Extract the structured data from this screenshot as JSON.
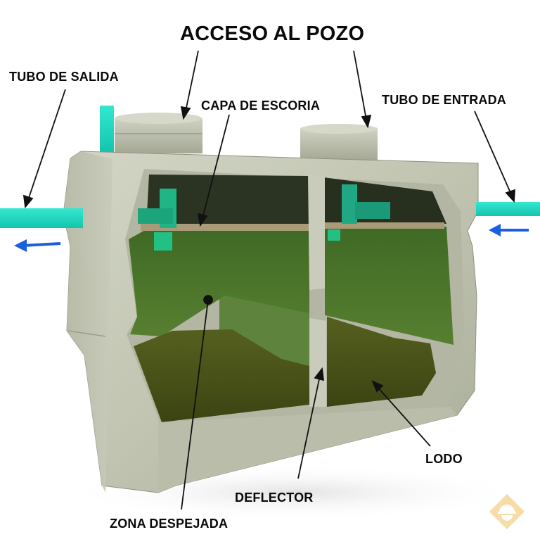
{
  "diagram": {
    "title": "ACCESO AL POZO",
    "subject": "septic-tank-cutaway",
    "labels": {
      "outlet_pipe": "TUBO DE SALIDA",
      "scum_layer": "CAPA DE ESCORIA",
      "inlet_pipe": "TUBO DE ENTRADA",
      "sludge": "LODO",
      "baffle": "DEFLECTOR",
      "clear_zone": "ZONA DESPEJADA"
    },
    "flow_arrows": [
      {
        "name": "outlet-flow",
        "direction": "left",
        "color": "#1a5fe0"
      },
      {
        "name": "inlet-flow",
        "direction": "left",
        "color": "#1a5fe0"
      }
    ],
    "colors": {
      "pipe": "#22d6c0",
      "pipe_inner": "#1fb585",
      "concrete": "#c6c9b6",
      "concrete_dark": "#9ea392",
      "liquid": "#4e6f2a",
      "sludge": "#5a6522",
      "scum": "#a99a78",
      "arrow": "#1a5fe0",
      "leader_line": "#111111",
      "watermark": "#f8dca8"
    },
    "watermark_icon": "worker-helmet-icon"
  }
}
